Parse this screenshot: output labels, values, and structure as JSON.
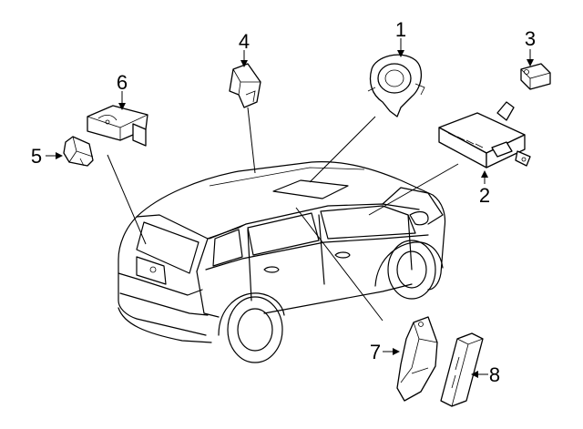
{
  "callouts": [
    {
      "id": "1",
      "part": "clock-spring"
    },
    {
      "id": "2",
      "part": "airbag-control-module"
    },
    {
      "id": "3",
      "part": "impact-sensor"
    },
    {
      "id": "4",
      "part": "impact-sensor"
    },
    {
      "id": "5",
      "part": "impact-sensor"
    },
    {
      "id": "6",
      "part": "module-bracket"
    },
    {
      "id": "7",
      "part": "side-module"
    },
    {
      "id": "8",
      "part": "side-module"
    }
  ]
}
